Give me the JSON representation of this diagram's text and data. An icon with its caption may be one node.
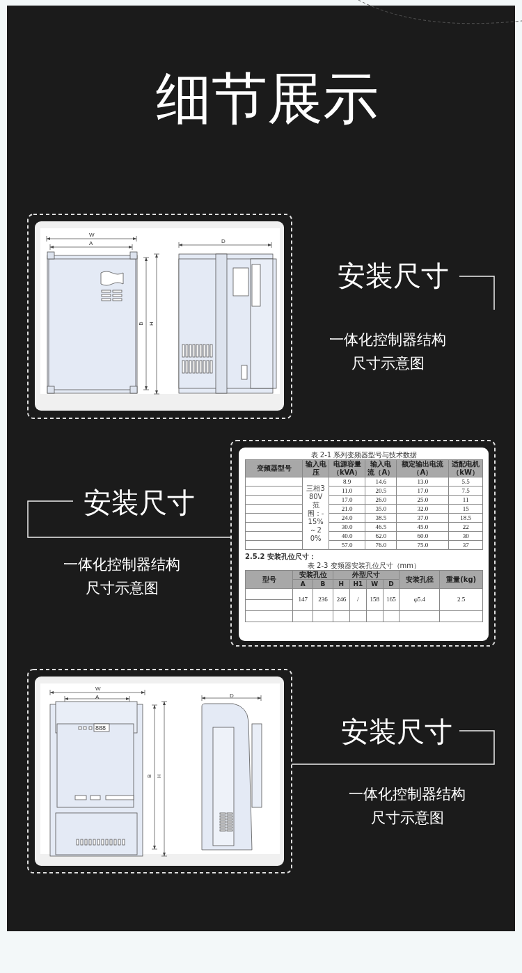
{
  "diagram": {
    "title": "细节展示",
    "labels": [
      "W",
      "A",
      "D",
      "B",
      "H",
      "安装尺寸",
      "一体化控制器结构尺寸示意图",
      "表 2-1 系列变频器型号与技术数据",
      "变频器型号",
      "输入电压",
      "电源容量（kVA）",
      "输入电流（A）",
      "额定输出电流（A）",
      "适配电机（kW）",
      "三相380V范围：-15%～20%",
      "8.9",
      "14.6",
      "13.0",
      "5.5",
      "11.0",
      "20.5",
      "17.0",
      "7.5",
      "17.0",
      "26.0",
      "25.0",
      "11",
      "21.0",
      "35.0",
      "32.0",
      "15",
      "24.0",
      "38.5",
      "37.0",
      "18.5",
      "30.0",
      "46.5",
      "45.0",
      "22",
      "40.0",
      "62.0",
      "60.0",
      "30",
      "57.0",
      "76.0",
      "75.0",
      "37",
      "2.5.2 安装孔位尺寸：",
      "表 2-3 变频器安装孔位尺寸（mm）",
      "型号",
      "安装孔位",
      "外型尺寸",
      "安装孔径",
      "重量(kg)",
      "A",
      "B",
      "H",
      "H1",
      "W",
      "D",
      "147",
      "236",
      "246",
      "/",
      "158",
      "165",
      "φ5.4",
      "2.5",
      "安装尺寸",
      "一体化控制器结构尺寸示意图",
      "W",
      "A",
      "D",
      "888",
      "B",
      "H",
      "安装尺寸",
      "一体化控制器结构尺寸示意图"
    ]
  }
}
